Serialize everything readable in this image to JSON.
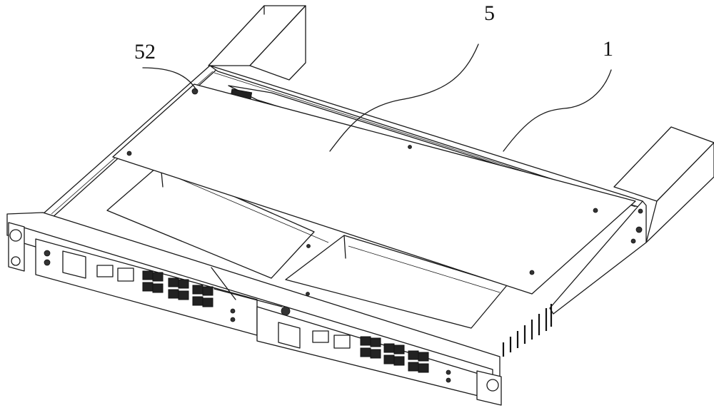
{
  "figure": {
    "callouts": [
      {
        "id": "52",
        "text": "52"
      },
      {
        "id": "5",
        "text": "5"
      },
      {
        "id": "1",
        "text": "1"
      }
    ],
    "line_color": "#1a1a1a",
    "background": "#ffffff"
  }
}
